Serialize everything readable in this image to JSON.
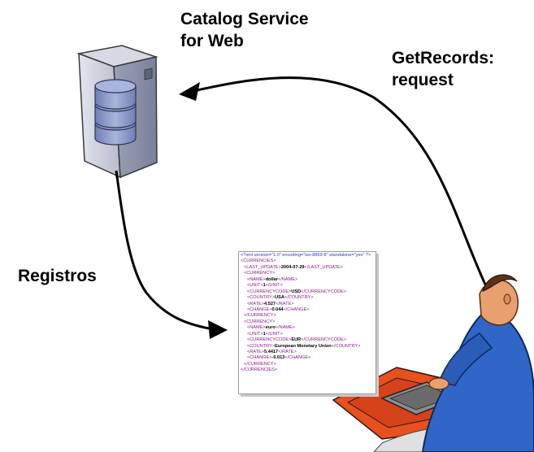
{
  "labels": {
    "catalog_service": [
      "Catalog Service",
      "for Web"
    ],
    "getrecords": [
      "GetRecords:",
      "request"
    ],
    "registros": "Registros"
  },
  "icons": {
    "server": "server-database-icon",
    "user": "user-at-computer-icon",
    "document": "xml-document-icon"
  },
  "xml_lines": [
    {
      "indent": 0,
      "parts": [
        {
          "k": "pi",
          "t": "<?xml version=\"1.0\" encoding=\"iso-8859-8\" standalone=\"yes\" ?>"
        }
      ]
    },
    {
      "indent": 0,
      "parts": [
        {
          "k": "tag",
          "t": "<CURRENCIES>"
        }
      ]
    },
    {
      "indent": 1,
      "parts": [
        {
          "k": "tag",
          "t": "<LAST_UPDATE>"
        },
        {
          "k": "val",
          "t": "2004-07-29"
        },
        {
          "k": "tag",
          "t": "</LAST_UPDATE>"
        }
      ]
    },
    {
      "indent": 1,
      "parts": [
        {
          "k": "tag",
          "t": "<CURRENCY>"
        }
      ]
    },
    {
      "indent": 2,
      "parts": [
        {
          "k": "tag",
          "t": "<NAME>"
        },
        {
          "k": "val",
          "t": "dollar"
        },
        {
          "k": "tag",
          "t": "</NAME>"
        }
      ]
    },
    {
      "indent": 2,
      "parts": [
        {
          "k": "tag",
          "t": "<UNIT>"
        },
        {
          "k": "val",
          "t": "1"
        },
        {
          "k": "tag",
          "t": "</UNIT>"
        }
      ]
    },
    {
      "indent": 2,
      "parts": [
        {
          "k": "tag",
          "t": "<CURRENCYCODE>"
        },
        {
          "k": "val",
          "t": "USD"
        },
        {
          "k": "tag",
          "t": "</CURRENCYCODE>"
        }
      ]
    },
    {
      "indent": 2,
      "parts": [
        {
          "k": "tag",
          "t": "<COUNTRY>"
        },
        {
          "k": "val",
          "t": "USA"
        },
        {
          "k": "tag",
          "t": "</COUNTRY>"
        }
      ]
    },
    {
      "indent": 2,
      "parts": [
        {
          "k": "tag",
          "t": "<RATE>"
        },
        {
          "k": "val",
          "t": "4.527"
        },
        {
          "k": "tag",
          "t": "</RATE>"
        }
      ]
    },
    {
      "indent": 2,
      "parts": [
        {
          "k": "tag",
          "t": "<CHANGE>"
        },
        {
          "k": "val",
          "t": "0.044"
        },
        {
          "k": "tag",
          "t": "</CHANGE>"
        }
      ]
    },
    {
      "indent": 1,
      "parts": [
        {
          "k": "tag",
          "t": "</CURRENCY>"
        }
      ]
    },
    {
      "indent": 1,
      "parts": [
        {
          "k": "tag",
          "t": "<CURRENCY>"
        }
      ]
    },
    {
      "indent": 2,
      "parts": [
        {
          "k": "tag",
          "t": "<NAME>"
        },
        {
          "k": "val",
          "t": "euro"
        },
        {
          "k": "tag",
          "t": "</NAME>"
        }
      ]
    },
    {
      "indent": 2,
      "parts": [
        {
          "k": "tag",
          "t": "<UNIT>"
        },
        {
          "k": "val",
          "t": "1"
        },
        {
          "k": "tag",
          "t": "</UNIT>"
        }
      ]
    },
    {
      "indent": 2,
      "parts": [
        {
          "k": "tag",
          "t": "<CURRENCYCODE>"
        },
        {
          "k": "val",
          "t": "EUR"
        },
        {
          "k": "tag",
          "t": "</CURRENCYCODE>"
        }
      ]
    },
    {
      "indent": 2,
      "parts": [
        {
          "k": "tag",
          "t": "<COUNTRY>"
        },
        {
          "k": "val",
          "t": "European Monetary Union"
        },
        {
          "k": "tag",
          "t": "</COUNTRY>"
        }
      ]
    },
    {
      "indent": 2,
      "parts": [
        {
          "k": "tag",
          "t": "<RATE>"
        },
        {
          "k": "val",
          "t": "5.4417"
        },
        {
          "k": "tag",
          "t": "</RATE>"
        }
      ]
    },
    {
      "indent": 2,
      "parts": [
        {
          "k": "tag",
          "t": "<CHANGE>"
        },
        {
          "k": "val",
          "t": "-0.013"
        },
        {
          "k": "tag",
          "t": "</CHANGE>"
        }
      ]
    },
    {
      "indent": 1,
      "parts": [
        {
          "k": "tag",
          "t": "</CURRENCY>"
        }
      ]
    },
    {
      "indent": 0,
      "parts": [
        {
          "k": "tag",
          "t": "</CURRENCIES>"
        }
      ]
    }
  ],
  "colors": {
    "arrow": "#000000",
    "server_body": "#c9ccd8",
    "database": "#8a98c6",
    "shirt": "#2f66c8",
    "skin": "#e8a070",
    "desk": "#e8501e",
    "xml_tag": "#8b1a8b",
    "xml_pi": "#1f3fbf"
  }
}
